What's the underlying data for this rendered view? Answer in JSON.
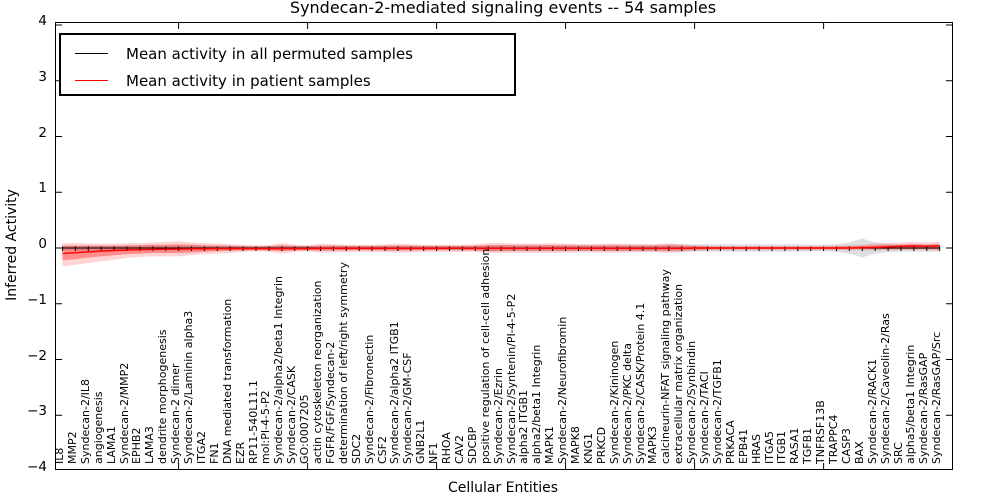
{
  "title": "Syndecan-2-mediated signaling events -- 54 samples",
  "axes": {
    "ylabel": "Inferred Activity",
    "xlabel": "Cellular Entities",
    "yticks": [
      "4",
      "3",
      "2",
      "1",
      "0",
      "−1",
      "−2",
      "−3",
      "−4"
    ],
    "ylim": [
      -4,
      4
    ]
  },
  "legend": {
    "items": [
      {
        "label": "Mean activity in all permuted samples",
        "color": "#000000"
      },
      {
        "label": "Mean activity in patient samples",
        "color": "#ff0000"
      }
    ]
  },
  "colors": {
    "patient_line": "#ff0000",
    "permuted_line": "#000000",
    "patient_band_inner": "rgba(255,0,0,0.34)",
    "patient_band_outer": "rgba(255,0,0,0.17)",
    "permuted_band": "rgba(0,0,0,0.13)"
  },
  "chart_data": {
    "type": "line",
    "title": "Syndecan-2-mediated signaling events -- 54 samples",
    "xlabel": "Cellular Entities",
    "ylabel": "Inferred Activity",
    "ylim": [
      -4,
      4
    ],
    "grid": false,
    "legend_position": "upper left",
    "categories": [
      "IL8",
      "MMP2",
      "Syndecan-2/IL8",
      "angiogenesis",
      "LAMA1",
      "Syndecan-2/MMP2",
      "EPHB2",
      "LAMA3",
      "dendrite morphogenesis",
      "Syndecan-2 dimer",
      "Syndecan-2/Laminin alpha3",
      "ITGA2",
      "FN1",
      "DNA mediated transformation",
      "EZR",
      "RP11-540L11.1",
      "mol:PI-4-5-P2",
      "Syndecan-2/alpha2/beta1 Integrin",
      "Syndecan-2/CASK",
      "GO:0007205",
      "actin cytoskeleton reorganization",
      "FGFR/FGF/Syndecan-2",
      "determination of left/right symmetry",
      "SDC2",
      "Syndecan-2/Fibronectin",
      "CSF2",
      "Syndecan-2/alpha2 ITGB1",
      "Syndecan-2/GM-CSF",
      "GNB2L1",
      "NF1",
      "RHOA",
      "CAV2",
      "SDCBP",
      "positive regulation of cell-cell adhesion",
      "Syndecan-2/Ezrin",
      "Syndecan-2/Syntenin/PI-4-5-P2",
      "alpha2 ITGB1",
      "alpha2/beta1 Integrin",
      "MAPK1",
      "Syndecan-2/Neurofibromin",
      "MAPK8",
      "KNG1",
      "PRKCD",
      "Syndecan-2/Kininogen",
      "Syndecan-2/PKC delta",
      "Syndecan-2/CASK/Protein 4.1",
      "MAPK3",
      "calcineurin-NFAT signaling pathway",
      "extracellular matrix organization",
      "Syndecan-2/Synbindin",
      "Syndecan-2/TACI",
      "Syndecan-2/TGFB1",
      "PRKACA",
      "EPB41",
      "HRAS",
      "ITGA5",
      "ITGB1",
      "RASA1",
      "TGFB1",
      "TNFRSF13B",
      "TRAPPC4",
      "CASP3",
      "BAX",
      "Syndecan-2/RACK1",
      "Syndecan-2/Caveolin-2/Ras",
      "SRC",
      "alpha5/beta1 Integrin",
      "Syndecan-2/RasGAP",
      "Syndecan-2/RasGAP/Src"
    ],
    "series": [
      {
        "name": "Mean activity in all permuted samples",
        "color": "#000000",
        "values": [
          0,
          0,
          0,
          0,
          0,
          0,
          0,
          0,
          0,
          0,
          0,
          0,
          0,
          0,
          0,
          0,
          0,
          0,
          0,
          0,
          0,
          0,
          0,
          0,
          0,
          0,
          0,
          0,
          0,
          0,
          0,
          0,
          0,
          0,
          0,
          0,
          0,
          0,
          0,
          0,
          0,
          0,
          0,
          0,
          0,
          0,
          0,
          0,
          0,
          0,
          0,
          0,
          0,
          0,
          0,
          0,
          0,
          0,
          0,
          0,
          0,
          0,
          0,
          0,
          0,
          0,
          0,
          0,
          0
        ]
      },
      {
        "name": "Mean activity in patient samples",
        "color": "#ff0000",
        "values": [
          -0.1,
          -0.085,
          -0.07,
          -0.055,
          -0.045,
          -0.035,
          -0.03,
          -0.025,
          -0.02,
          -0.02,
          -0.015,
          -0.015,
          -0.01,
          -0.01,
          -0.01,
          -0.01,
          -0.01,
          -0.01,
          -0.01,
          -0.01,
          -0.005,
          -0.005,
          -0.005,
          -0.005,
          -0.005,
          -0.005,
          -0.005,
          -0.005,
          -0.005,
          -0.005,
          -0.005,
          -0.005,
          -0.005,
          -0.005,
          -0.005,
          -0.005,
          -0.005,
          -0.005,
          -0.005,
          -0.005,
          -0.005,
          -0.005,
          -0.005,
          -0.005,
          -0.005,
          -0.005,
          -0.005,
          -0.005,
          -0.005,
          0,
          0,
          0,
          0,
          0,
          0,
          0,
          0,
          0,
          0,
          0,
          0,
          0,
          0.005,
          0.01,
          0.02,
          0.03,
          0.035,
          0.03,
          0.04
        ]
      },
      {
        "name": "patient band inner upper",
        "values": [
          0.04,
          0.04,
          0.04,
          0.04,
          0.04,
          0.045,
          0.05,
          0.055,
          0.06,
          0.065,
          0.06,
          0.05,
          0.045,
          0.04,
          0.03,
          0.025,
          0.03,
          0.05,
          0.035,
          0.03,
          0.04,
          0.04,
          0.035,
          0.035,
          0.035,
          0.04,
          0.045,
          0.04,
          0.035,
          0.035,
          0.035,
          0.035,
          0.04,
          0.05,
          0.05,
          0.045,
          0.045,
          0.045,
          0.05,
          0.045,
          0.04,
          0.04,
          0.045,
          0.045,
          0.04,
          0.04,
          0.04,
          0.05,
          0.04,
          0.03,
          0.025,
          0.02,
          0.02,
          0.02,
          0.02,
          0.02,
          0.02,
          0.02,
          0.02,
          0.02,
          0.025,
          0.03,
          0.035,
          0.045,
          0.055,
          0.06,
          0.065,
          0.06,
          0.065
        ]
      },
      {
        "name": "patient band inner lower",
        "values": [
          -0.22,
          -0.2,
          -0.17,
          -0.15,
          -0.13,
          -0.11,
          -0.1,
          -0.09,
          -0.09,
          -0.09,
          -0.08,
          -0.07,
          -0.06,
          -0.05,
          -0.045,
          -0.04,
          -0.045,
          -0.06,
          -0.045,
          -0.04,
          -0.05,
          -0.045,
          -0.04,
          -0.04,
          -0.04,
          -0.045,
          -0.05,
          -0.045,
          -0.04,
          -0.04,
          -0.04,
          -0.04,
          -0.045,
          -0.055,
          -0.055,
          -0.05,
          -0.05,
          -0.05,
          -0.05,
          -0.05,
          -0.045,
          -0.045,
          -0.05,
          -0.05,
          -0.045,
          -0.045,
          -0.045,
          -0.05,
          -0.045,
          -0.03,
          -0.025,
          -0.025,
          -0.02,
          -0.02,
          -0.02,
          -0.02,
          -0.02,
          -0.02,
          -0.02,
          -0.02,
          -0.02,
          -0.02,
          -0.02,
          -0.02,
          -0.02,
          -0.02,
          -0.02,
          -0.02,
          -0.025
        ]
      },
      {
        "name": "patient band outer upper",
        "values": [
          0.09,
          0.09,
          0.08,
          0.08,
          0.08,
          0.085,
          0.09,
          0.1,
          0.11,
          0.12,
          0.1,
          0.09,
          0.08,
          0.07,
          0.055,
          0.045,
          0.05,
          0.09,
          0.06,
          0.05,
          0.075,
          0.07,
          0.06,
          0.06,
          0.06,
          0.065,
          0.08,
          0.07,
          0.06,
          0.06,
          0.06,
          0.06,
          0.065,
          0.09,
          0.09,
          0.08,
          0.08,
          0.08,
          0.085,
          0.08,
          0.07,
          0.07,
          0.08,
          0.08,
          0.075,
          0.07,
          0.07,
          0.085,
          0.07,
          0.05,
          0.04,
          0.035,
          0.035,
          0.035,
          0.035,
          0.035,
          0.035,
          0.035,
          0.035,
          0.04,
          0.045,
          0.05,
          0.06,
          0.08,
          0.09,
          0.1,
          0.105,
          0.1,
          0.11
        ]
      },
      {
        "name": "patient band outer lower",
        "values": [
          -0.33,
          -0.3,
          -0.27,
          -0.24,
          -0.21,
          -0.18,
          -0.16,
          -0.15,
          -0.15,
          -0.15,
          -0.13,
          -0.11,
          -0.1,
          -0.09,
          -0.07,
          -0.06,
          -0.065,
          -0.1,
          -0.07,
          -0.06,
          -0.085,
          -0.08,
          -0.07,
          -0.07,
          -0.07,
          -0.075,
          -0.085,
          -0.08,
          -0.07,
          -0.07,
          -0.07,
          -0.07,
          -0.07,
          -0.095,
          -0.095,
          -0.09,
          -0.09,
          -0.09,
          -0.09,
          -0.085,
          -0.08,
          -0.08,
          -0.085,
          -0.085,
          -0.08,
          -0.075,
          -0.075,
          -0.09,
          -0.075,
          -0.05,
          -0.045,
          -0.04,
          -0.04,
          -0.04,
          -0.04,
          -0.04,
          -0.04,
          -0.04,
          -0.04,
          -0.04,
          -0.04,
          -0.04,
          -0.04,
          -0.04,
          -0.035,
          -0.035,
          -0.03,
          -0.03,
          -0.04
        ]
      },
      {
        "name": "permuted band upper (symmetric, lower = -upper)",
        "values": [
          0.045,
          0.045,
          0.045,
          0.045,
          0.045,
          0.045,
          0.045,
          0.045,
          0.045,
          0.045,
          0.045,
          0.04,
          0.04,
          0.04,
          0.04,
          0.04,
          0.04,
          0.04,
          0.04,
          0.04,
          0.04,
          0.04,
          0.04,
          0.04,
          0.04,
          0.04,
          0.04,
          0.04,
          0.04,
          0.04,
          0.04,
          0.04,
          0.04,
          0.055,
          0.055,
          0.055,
          0.055,
          0.055,
          0.055,
          0.055,
          0.055,
          0.055,
          0.055,
          0.055,
          0.055,
          0.055,
          0.055,
          0.065,
          0.065,
          0.065,
          0.065,
          0.065,
          0.065,
          0.065,
          0.065,
          0.065,
          0.065,
          0.065,
          0.06,
          0.06,
          0.07,
          0.1,
          0.17,
          0.1,
          0.075,
          0.065,
          0.065,
          0.065,
          0.07
        ]
      }
    ]
  }
}
